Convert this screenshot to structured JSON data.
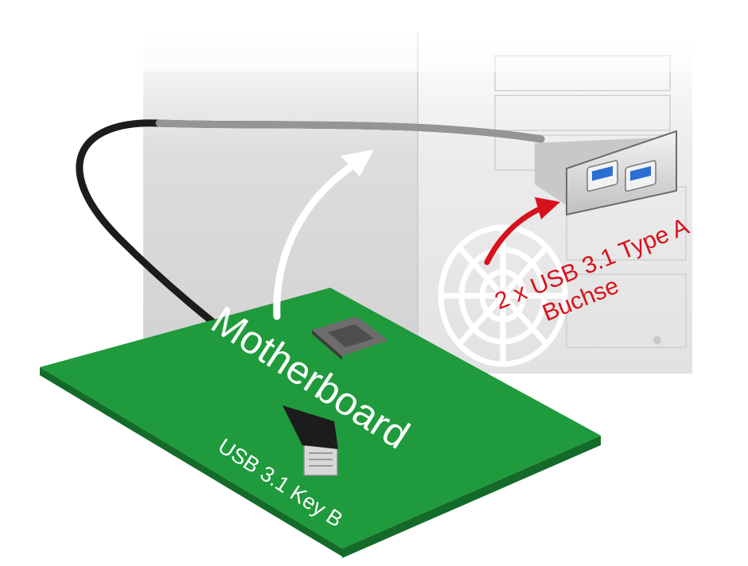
{
  "labels": {
    "motherboard": "Motherboard",
    "connector": "USB 3.1 Key B",
    "ports_line1": "2 x USB 3.1 Type A",
    "ports_line2": "Buchse"
  },
  "colors": {
    "board": "#1f9a3c",
    "board_edge": "#146b29",
    "arrow_red": "#d8121c",
    "arrow_white": "#ffffff",
    "cable": "#1c1c1c",
    "usb_port_blue": "#2a6fd6",
    "case": "#e6e6e6"
  },
  "icons": [
    "fan-grille-icon",
    "usb-port-icon",
    "curved-arrow-icon"
  ]
}
